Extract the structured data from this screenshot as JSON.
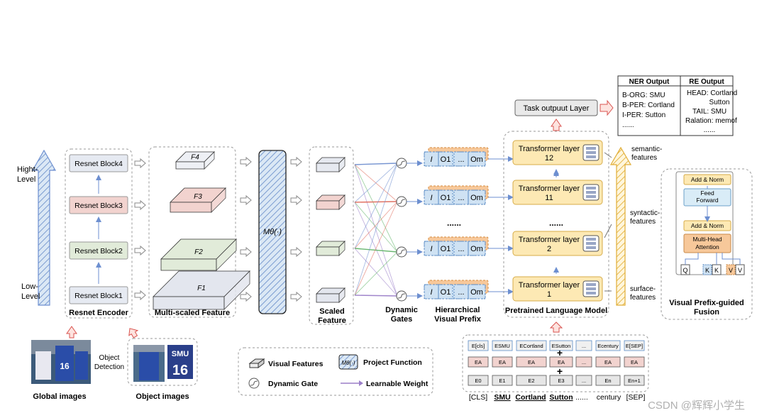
{
  "level_axis": {
    "high": "Hight-\nLevel",
    "low": "Low-\nLevel"
  },
  "resnet": {
    "blocks": [
      "Resnet  Block4",
      "Resnet  Block3",
      "Resnet  Block2",
      "Resnet  Block1"
    ],
    "title": "Resnet Encoder"
  },
  "multiscale": {
    "labels": [
      "F4",
      "F3",
      "F2",
      "F1"
    ],
    "title": "Multi-scaled Feature"
  },
  "projector": {
    "label": "Mθ(·)"
  },
  "scaled": {
    "title1": "Scaled",
    "title2": "Feature"
  },
  "gates": {
    "title1": "Dynamic",
    "title2": "Gates"
  },
  "prefix": {
    "tokens": [
      "I",
      "O1",
      "...",
      "Om"
    ],
    "title1": "Hierarchical",
    "title2": "Visual Prefix",
    "ellipsis": "......"
  },
  "plm": {
    "layers": [
      {
        "line1": "Transformer layer",
        "line2": "12"
      },
      {
        "line1": "Transformer layer",
        "line2": "11"
      },
      {
        "line1": "Transformer layer",
        "line2": "2"
      },
      {
        "line1": "Transformer layer",
        "line2": "1"
      }
    ],
    "ellipsis": "......",
    "title": "Pretrained Language Model",
    "task_output": "Task outpuut Layer"
  },
  "outputs": {
    "ner_header": "NER Output",
    "ner_lines": [
      "B-ORG: SMU",
      "B-PER: Cortland",
      "I-PER: Sutton",
      "......"
    ],
    "re_header": "RE Output",
    "re_lines": [
      "HEAD: Cortland",
      "Sutton",
      "TAIL: SMU",
      "Ralation: memof",
      "......"
    ]
  },
  "feature_labels": {
    "semantic": "semantic-\nfeatures",
    "syntactic": "syntactic-\nfeatures",
    "surface": "surface-\nfeatures"
  },
  "fusion": {
    "add_norm": "Add & Norm",
    "ffn1": "Feed",
    "ffn2": "Forward",
    "mha1": "Multi-Head",
    "mha2": "Attention",
    "qkv": [
      "Q",
      "K",
      "K",
      "V",
      "V"
    ],
    "title1": "Visual Prefix-guided",
    "title2": "Fusion"
  },
  "images": {
    "global_label": "Global images",
    "object_label": "Object images",
    "detection1": "Object",
    "detection2": "Detection",
    "jersey": "SMU",
    "number": "16"
  },
  "legend": {
    "visual_features": "Visual Features",
    "project_function": "Project Function",
    "dynamic_gate": "Dynamic Gate",
    "learnable_weight": "Learnable Weight",
    "m_symbol": "Mθ(·)"
  },
  "embedding": {
    "row1": [
      "E[cls]",
      "ESMU",
      "ECortland",
      "ESutton",
      "...",
      "Ecentury",
      "E[SEP]"
    ],
    "row2": [
      "EA",
      "EA",
      "EA",
      "EA",
      "...",
      "EA",
      "EA"
    ],
    "row3": [
      "E0",
      "E1",
      "E2",
      "E3",
      "...",
      "En",
      "En+1"
    ],
    "tokens": [
      "[CLS]",
      "SMU",
      "Cortland",
      "Sutton",
      "......",
      "century",
      "[SEP]"
    ]
  },
  "watermark": "CSDN @辉辉小学生",
  "colors": {
    "resnet_blue": "#e6eaf2",
    "resnet_pink": "#f2d3cf",
    "resnet_green": "#e1ebd9",
    "transformer_yellow": "#fde9b4",
    "prefix_blue": "#cfe2f3",
    "prefix_orange": "#f7c89a",
    "projector_fill": "#dbe8f5",
    "gate_line_blue": "#6f8fcf",
    "gate_line_red": "#e06b5b",
    "gate_line_green": "#63b56a",
    "gate_line_purple": "#9b7fc9"
  }
}
